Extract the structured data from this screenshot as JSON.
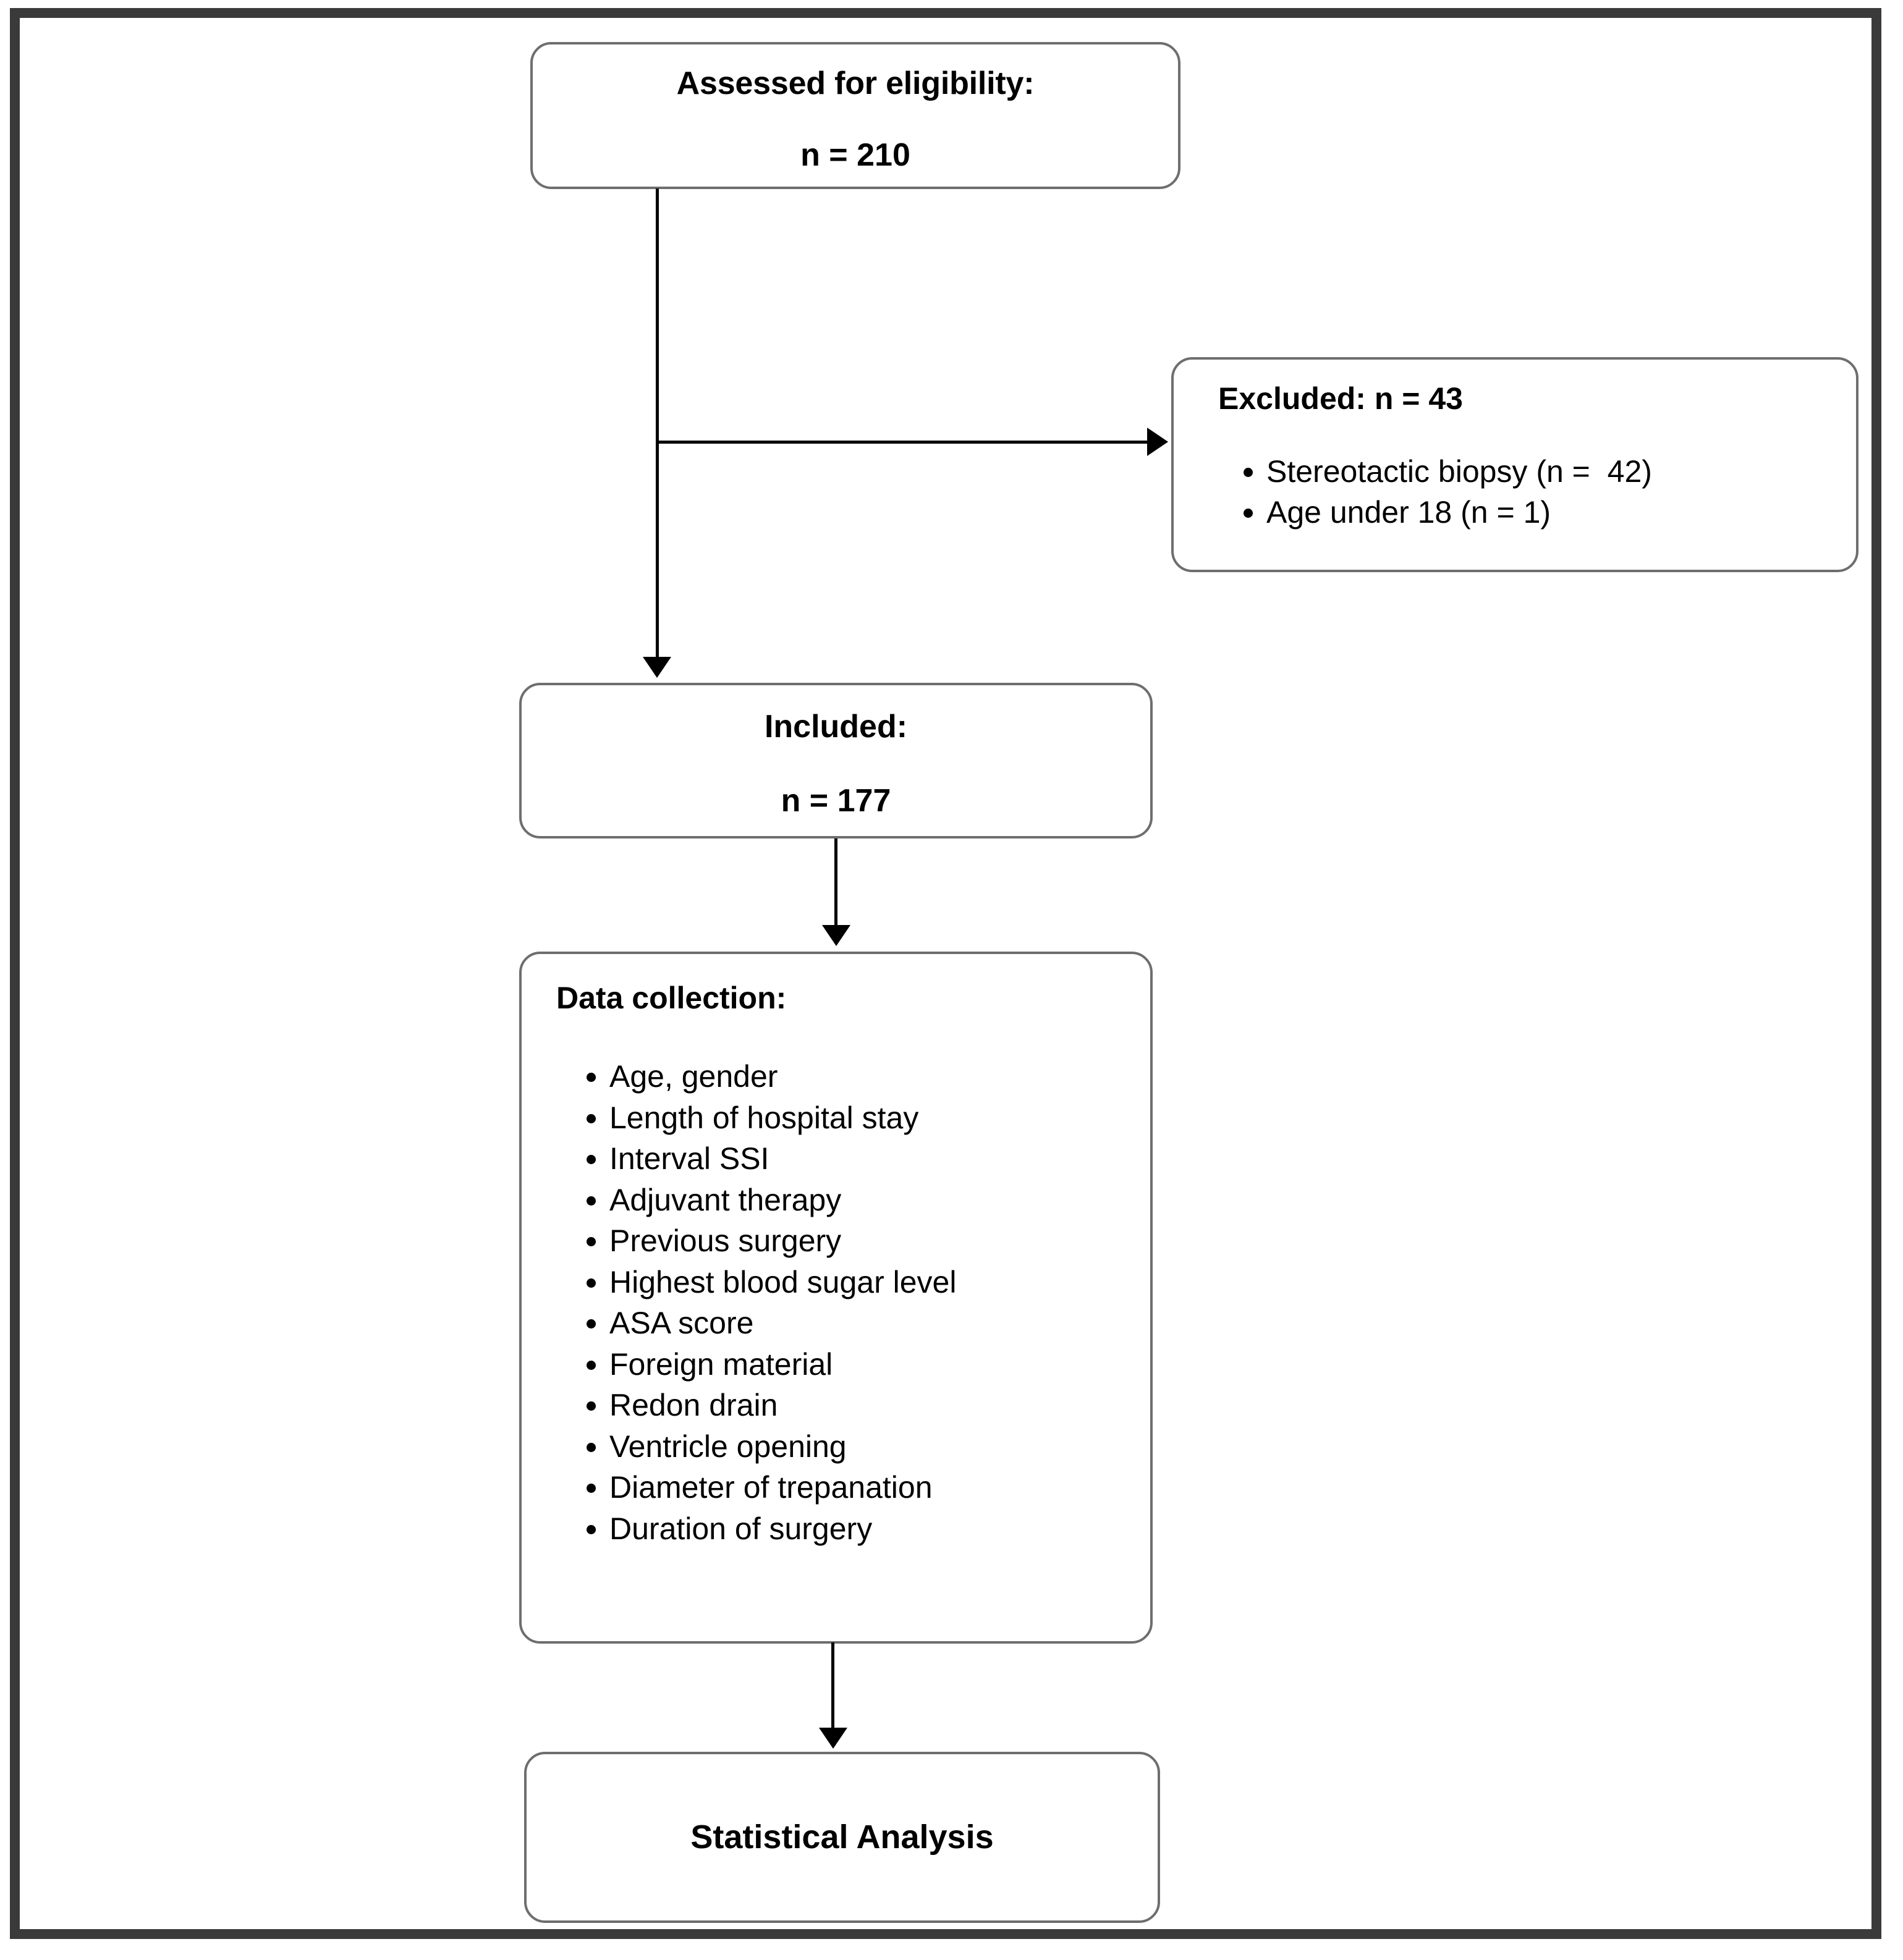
{
  "figure": {
    "type": "flowchart",
    "orientation": "vertical",
    "frame_color": "#3a3a3a",
    "box_border_color": "#6e6e6e",
    "connector_color": "#000000",
    "background": "#ffffff"
  },
  "nodes": {
    "assessed": {
      "title": "Assessed for eligibility:",
      "count": "n = 210"
    },
    "excluded": {
      "heading": "Excluded: n = 43",
      "items": [
        "Stereotactic biopsy (n =  42)",
        "Age under 18 (n = 1)"
      ]
    },
    "included": {
      "title": "Included:",
      "count": "n = 177"
    },
    "data_collection": {
      "heading": "Data collection:",
      "items": [
        "Age, gender",
        "Length of hospital stay",
        "Interval SSI",
        "Adjuvant therapy",
        "Previous surgery",
        "Highest blood sugar level",
        "ASA score",
        "Foreign material",
        "Redon drain",
        "Ventricle opening",
        "Diameter of trepanation",
        "Duration of surgery"
      ]
    },
    "statistical_analysis": {
      "title": "Statistical Analysis"
    }
  },
  "connectors": [
    {
      "name": "assessed-to-included",
      "from": "assessed",
      "to": "included",
      "direction": "down"
    },
    {
      "name": "assessed-to-excluded",
      "from": "assessed",
      "to": "excluded",
      "direction": "right"
    },
    {
      "name": "included-to-data-collection",
      "from": "included",
      "to": "data_collection",
      "direction": "down"
    },
    {
      "name": "data-collection-to-statistical-analysis",
      "from": "data_collection",
      "to": "statistical_analysis",
      "direction": "down"
    }
  ]
}
